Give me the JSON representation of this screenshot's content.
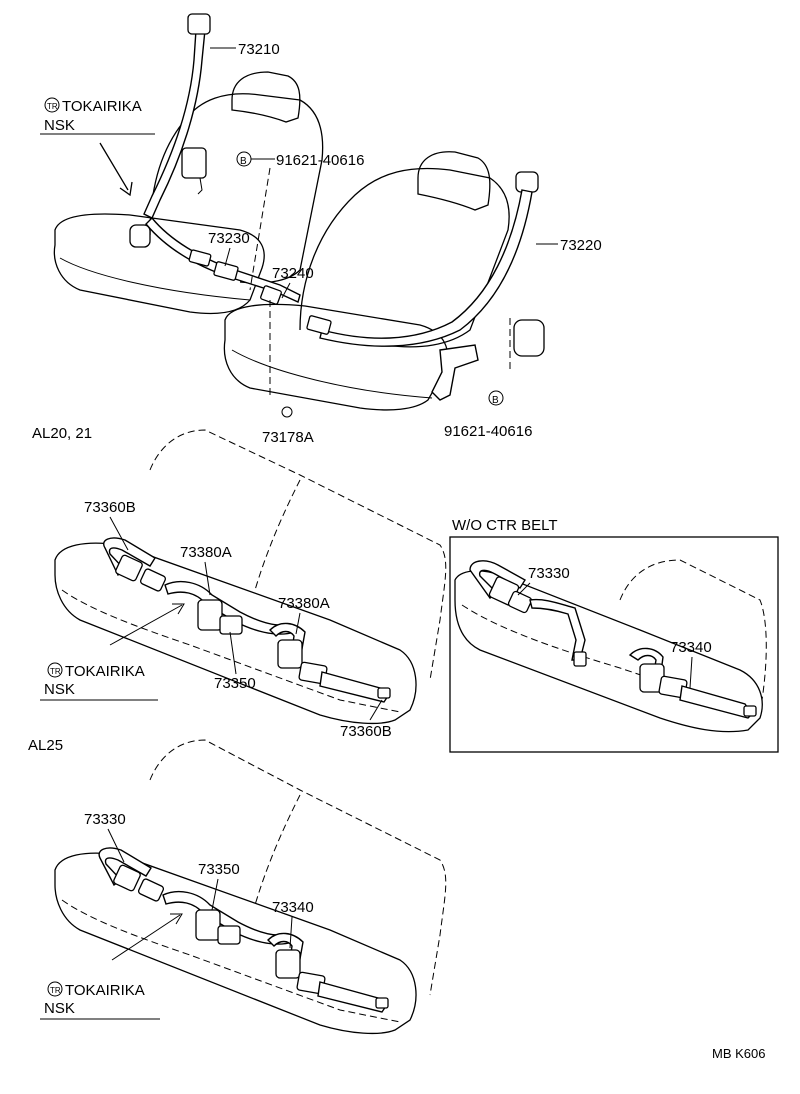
{
  "labels": {
    "p73210": "73210",
    "bolt_upper": "91621-40616",
    "p73230": "73230",
    "p73240": "73240",
    "p73220": "73220",
    "p73178a": "73178A",
    "bolt_lower": "91621-40616",
    "bolt_marker": "B",
    "p73360b_top": "73360B",
    "p73380a_left": "73380A",
    "p73380a_right": "73380A",
    "p73350_al20": "73350",
    "p73360b_bottom": "73360B",
    "p73330_woctr": "73330",
    "p73340_woctr": "73340",
    "p73330_al25": "73330",
    "p73350_al25": "73350",
    "p73340_al25": "73340"
  },
  "section_labels": {
    "al20_21": "AL20, 21",
    "al25": "AL25",
    "wo_ctr_belt": "W/O CTR BELT"
  },
  "manufacturer_notes": [
    {
      "brand_mark": "TR",
      "line1": "TOKAIRIKA",
      "line2": "NSK"
    },
    {
      "brand_mark": "TR",
      "line1": "TOKAIRIKA",
      "line2": "NSK"
    },
    {
      "brand_mark": "TR",
      "line1": "TOKAIRIKA",
      "line2": "NSK"
    }
  ],
  "figure_code": "MB K606"
}
